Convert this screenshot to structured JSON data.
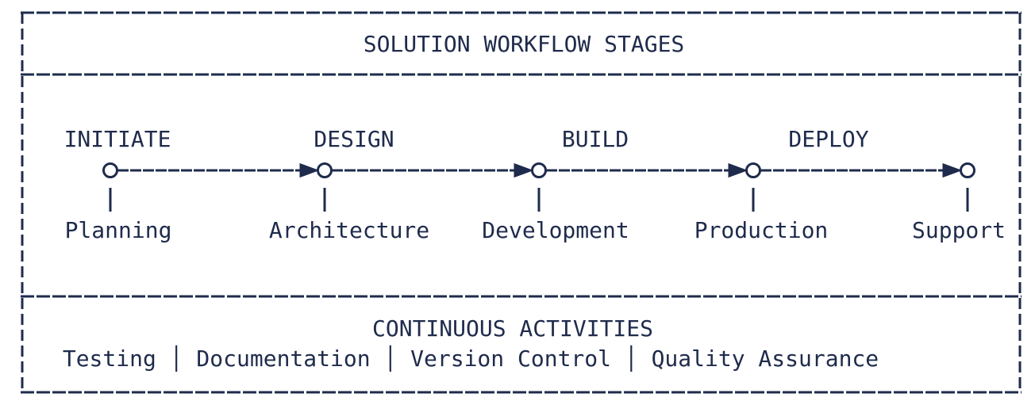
{
  "colors": {
    "ink": "#1f2b4c",
    "background": "#ffffff",
    "node_fill": "#ffffff"
  },
  "header": {
    "title": "SOLUTION WORKFLOW STAGES"
  },
  "workflow": {
    "stages": [
      {
        "label": "INITIATE"
      },
      {
        "label": "DESIGN"
      },
      {
        "label": "BUILD"
      },
      {
        "label": "DEPLOY"
      }
    ],
    "nodes": [
      {
        "label": "Planning"
      },
      {
        "label": "Architecture"
      },
      {
        "label": "Development"
      },
      {
        "label": "Production"
      },
      {
        "label": "Support"
      }
    ]
  },
  "footer": {
    "heading": "CONTINUOUS ACTIVITIES",
    "activities": [
      "Testing",
      "Documentation",
      "Version Control",
      "Quality Assurance"
    ],
    "activities_line": "Testing │ Documentation │ Version Control │ Quality Assurance"
  }
}
